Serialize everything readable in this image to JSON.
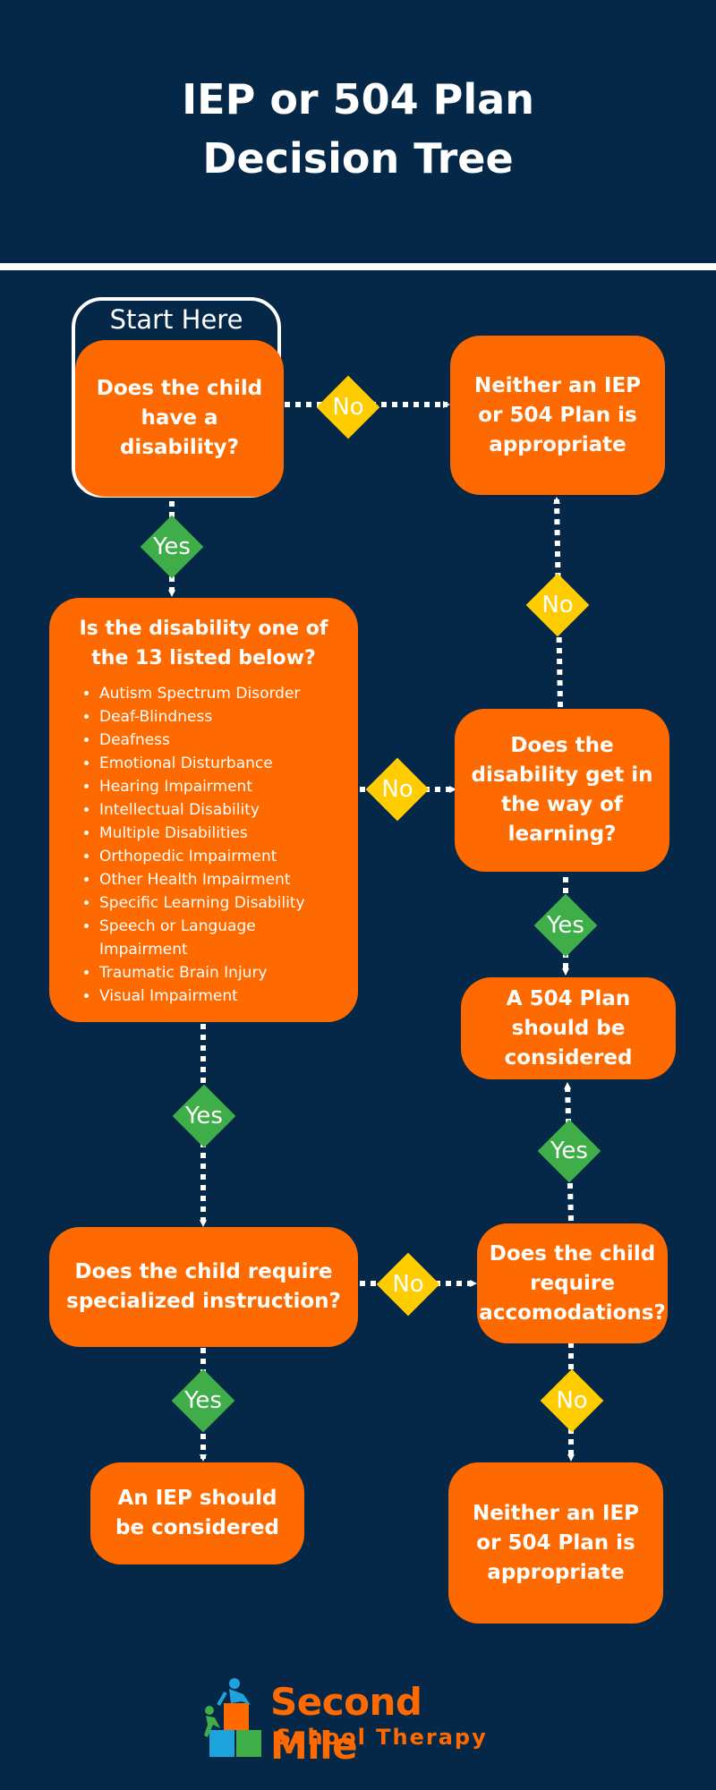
{
  "title": {
    "line1": "IEP or 504 Plan",
    "line2": "Decision Tree"
  },
  "start_label": "Start Here",
  "nodes": {
    "q_disability": "Does the child have a disability?",
    "neither_top": "Neither an IEP or 504 Plan is appropriate",
    "q_listed": "Is the disability one of the 13 listed below?",
    "q_learning": "Does the disability get in the way of learning?",
    "plan_504": "A 504 Plan should be considered",
    "q_specialized": "Does the child require specialized instruction?",
    "q_accommodations": "Does the child require accomodations?",
    "iep": "An IEP should be considered",
    "neither_bottom": "Neither an IEP or 504 Plan is appropriate"
  },
  "disabilities": [
    "Autism Spectrum Disorder",
    "Deaf-Blindness",
    "Deafness",
    "Emotional Disturbance",
    "Hearing Impairment",
    "Intellectual Disability",
    "Multiple Disabilities",
    "Orthopedic Impairment",
    "Other Health Impairment",
    "Specific Learning Disability",
    "Speech or Language Impairment",
    "Traumatic Brain Injury",
    "Visual Impairment"
  ],
  "labels": {
    "yes": "Yes",
    "no": "No"
  },
  "colors": {
    "background": "#052748",
    "box": "#ff6a00",
    "yes": "#3fae49",
    "no": "#ffcc00",
    "text": "#ffffff"
  },
  "logo": {
    "name": "Second Mile",
    "sub": "School Therapy"
  }
}
